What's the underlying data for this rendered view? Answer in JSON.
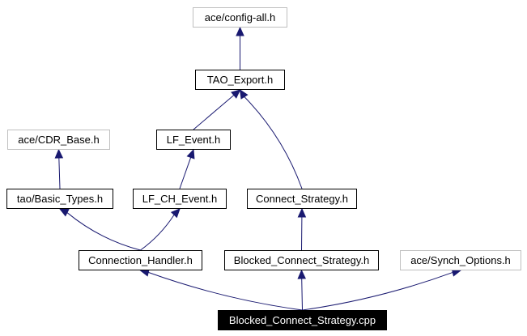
{
  "graph": {
    "edge_color": "#191970",
    "nodes": {
      "config_all": {
        "label": "ace/config-all.h",
        "style": "external"
      },
      "tao_export": {
        "label": "TAO_Export.h",
        "style": "normal"
      },
      "cdr_base": {
        "label": "ace/CDR_Base.h",
        "style": "external"
      },
      "lf_event": {
        "label": "LF_Event.h",
        "style": "normal"
      },
      "basic_types": {
        "label": "tao/Basic_Types.h",
        "style": "normal"
      },
      "lf_ch_event": {
        "label": "LF_CH_Event.h",
        "style": "normal"
      },
      "connect_strategy": {
        "label": "Connect_Strategy.h",
        "style": "normal"
      },
      "connection_handler": {
        "label": "Connection_Handler.h",
        "style": "normal"
      },
      "blocked_cs_h": {
        "label": "Blocked_Connect_Strategy.h",
        "style": "normal"
      },
      "synch_options": {
        "label": "ace/Synch_Options.h",
        "style": "external"
      },
      "blocked_cs_cpp": {
        "label": "Blocked_Connect_Strategy.cpp",
        "style": "selected"
      }
    },
    "edges": [
      {
        "from": "tao_export",
        "to": "config_all"
      },
      {
        "from": "lf_event",
        "to": "tao_export"
      },
      {
        "from": "connect_strategy",
        "to": "tao_export"
      },
      {
        "from": "lf_ch_event",
        "to": "lf_event"
      },
      {
        "from": "basic_types",
        "to": "cdr_base"
      },
      {
        "from": "connection_handler",
        "to": "basic_types"
      },
      {
        "from": "connection_handler",
        "to": "lf_ch_event"
      },
      {
        "from": "blocked_cs_h",
        "to": "connect_strategy"
      },
      {
        "from": "blocked_cs_cpp",
        "to": "connection_handler"
      },
      {
        "from": "blocked_cs_cpp",
        "to": "blocked_cs_h"
      },
      {
        "from": "blocked_cs_cpp",
        "to": "synch_options"
      }
    ]
  }
}
